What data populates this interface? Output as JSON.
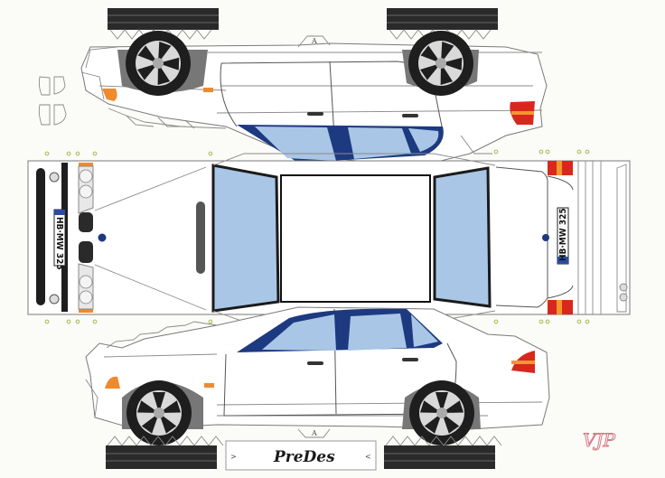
{
  "sheet": {
    "title": "BMW 325 sedan paper model cutout",
    "background": "#fbfbf8",
    "colors": {
      "body": "#ffffff",
      "glass": "#a9c6e6",
      "glass_frame": "#1d3a80",
      "indicator": "#f08a2e",
      "taillight": "#d8281e",
      "tire": "#1e1e1e",
      "rim": "#d9d9d9",
      "glue_dot": "#b8c26a",
      "signature": "#d67a88"
    }
  },
  "labels": {
    "brand_tab": "PreDes",
    "glue_marker": "A",
    "tab_arrow_left": ">",
    "tab_arrow_right": "<",
    "signature": "VJP"
  },
  "plates": {
    "front": "HB·MW 325",
    "rear": "HB·MW 325"
  },
  "parts": [
    {
      "name": "upper-side-panel",
      "orientation": "mirrored"
    },
    {
      "name": "top-panel",
      "contains": [
        "front-bumper",
        "hood",
        "windshield",
        "roof",
        "rear-window",
        "trunk",
        "rear-bumper"
      ]
    },
    {
      "name": "lower-side-panel",
      "orientation": "normal"
    },
    {
      "name": "tire-treads",
      "count": 4
    },
    {
      "name": "mirror-pieces",
      "count": 4
    }
  ]
}
